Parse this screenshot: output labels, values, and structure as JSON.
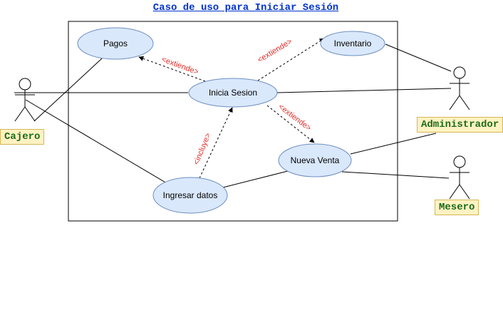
{
  "title": "Caso de uso para Iniciar Sesión",
  "use_cases": {
    "pagos": "Pagos",
    "inventario": "Inventario",
    "inicia_sesion": "Inicia Sesion",
    "nueva_venta": "Nueva Venta",
    "ingresar_datos": "Ingresar datos"
  },
  "relations": {
    "extiende_pagos": "<extiende>",
    "extiende_inventario": "<extiende>",
    "extiende_venta": "<extiende>",
    "incluye_datos": "<incluye>"
  },
  "actors": {
    "cajero": "Cajero",
    "administrador": "Administrador",
    "mesero": "Mesero"
  },
  "colors": {
    "use_case_fill": "#dae8fc",
    "use_case_stroke": "#6c8ebf",
    "relation_text": "#e0302a",
    "actor_label_fill": "#fff2c2",
    "actor_label_text": "#1a6b1a",
    "title": "#0033cc"
  }
}
